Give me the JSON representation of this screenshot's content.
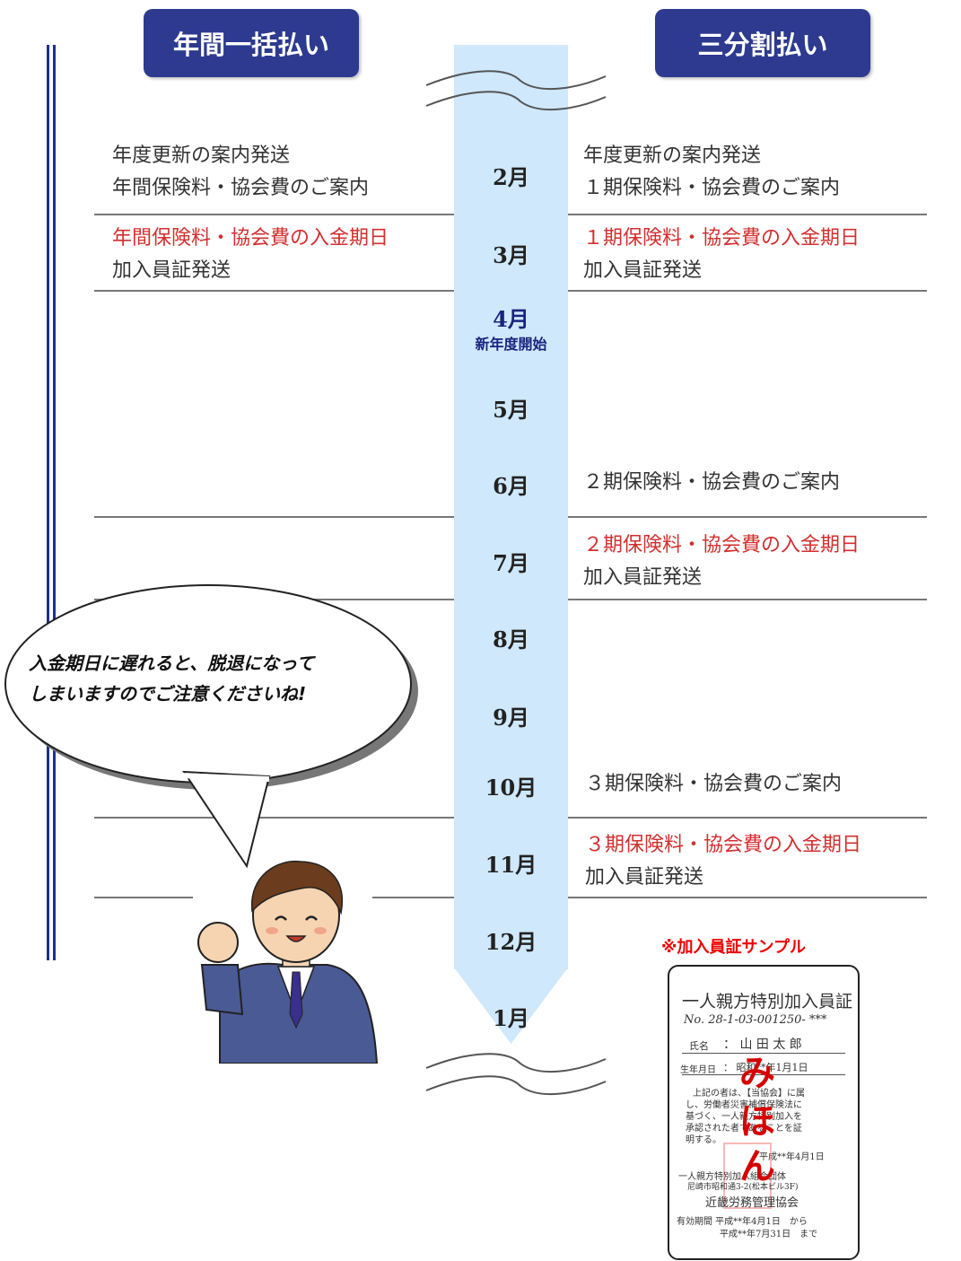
{
  "header": {
    "left_button": "年間一括払い",
    "right_button": "三分割払い"
  },
  "months": [
    {
      "label": "2月"
    },
    {
      "label": "3月"
    },
    {
      "label": "4月",
      "sub": "新年度開始"
    },
    {
      "label": "5月"
    },
    {
      "label": "6月"
    },
    {
      "label": "7月"
    },
    {
      "label": "8月"
    },
    {
      "label": "9月"
    },
    {
      "label": "10月"
    },
    {
      "label": "11月"
    },
    {
      "label": "12月"
    },
    {
      "label": "1月"
    }
  ],
  "left": {
    "feb_line1": "年度更新の案内発送",
    "feb_line2": "年間保険料・協会費のご案内",
    "mar_line1": "年間保険料・協会費の入金期日",
    "mar_line2": "加入員証発送"
  },
  "right": {
    "feb_line1": "年度更新の案内発送",
    "feb_line2": "１期保険料・協会費のご案内",
    "mar_line1": "１期保険料・協会費の入金期日",
    "mar_line2": "加入員証発送",
    "jun_line1": "２期保険料・協会費のご案内",
    "jul_line1": "２期保険料・協会費の入金期日",
    "jul_line2": "加入員証発送",
    "oct_line1": "３期保険料・協会費のご案内",
    "nov_line1": "３期保険料・協会費の入金期日",
    "nov_line2": "加入員証発送"
  },
  "bubble": {
    "line1": "入金期日に遅れると、脱退になって",
    "line2": "しまいますのでご注意くださいね!"
  },
  "sample": {
    "label": "※加入員証サンプル",
    "card_title": "一人親方特別加入員証",
    "card_no": "No.  28-1-03-001250-  ***",
    "name_label": "氏名",
    "name_value": "：  山   田   太   郎",
    "birth_label": "生年月日",
    "birth_value": "：  昭和**年1月1日",
    "body1": "上記の者は、【当協会】に属",
    "body2": "し、労働者災害補償保険法に",
    "body3": "基づく、一人親方特別加入を",
    "body4": "承認された者であることを証",
    "body5": "明する。",
    "issue_date": "平成**年4月1日",
    "org1": "一人親方特別加入組合団体",
    "org2": "尼崎市昭和通3-2(松本ビル3F)",
    "org3": "近畿労務管理協会",
    "validity1": "有効期間 平成**年4月1日　から",
    "validity2": "平成**年7月31日　まで",
    "stamp1": "み",
    "stamp2": "ほ",
    "stamp3": "ん"
  }
}
